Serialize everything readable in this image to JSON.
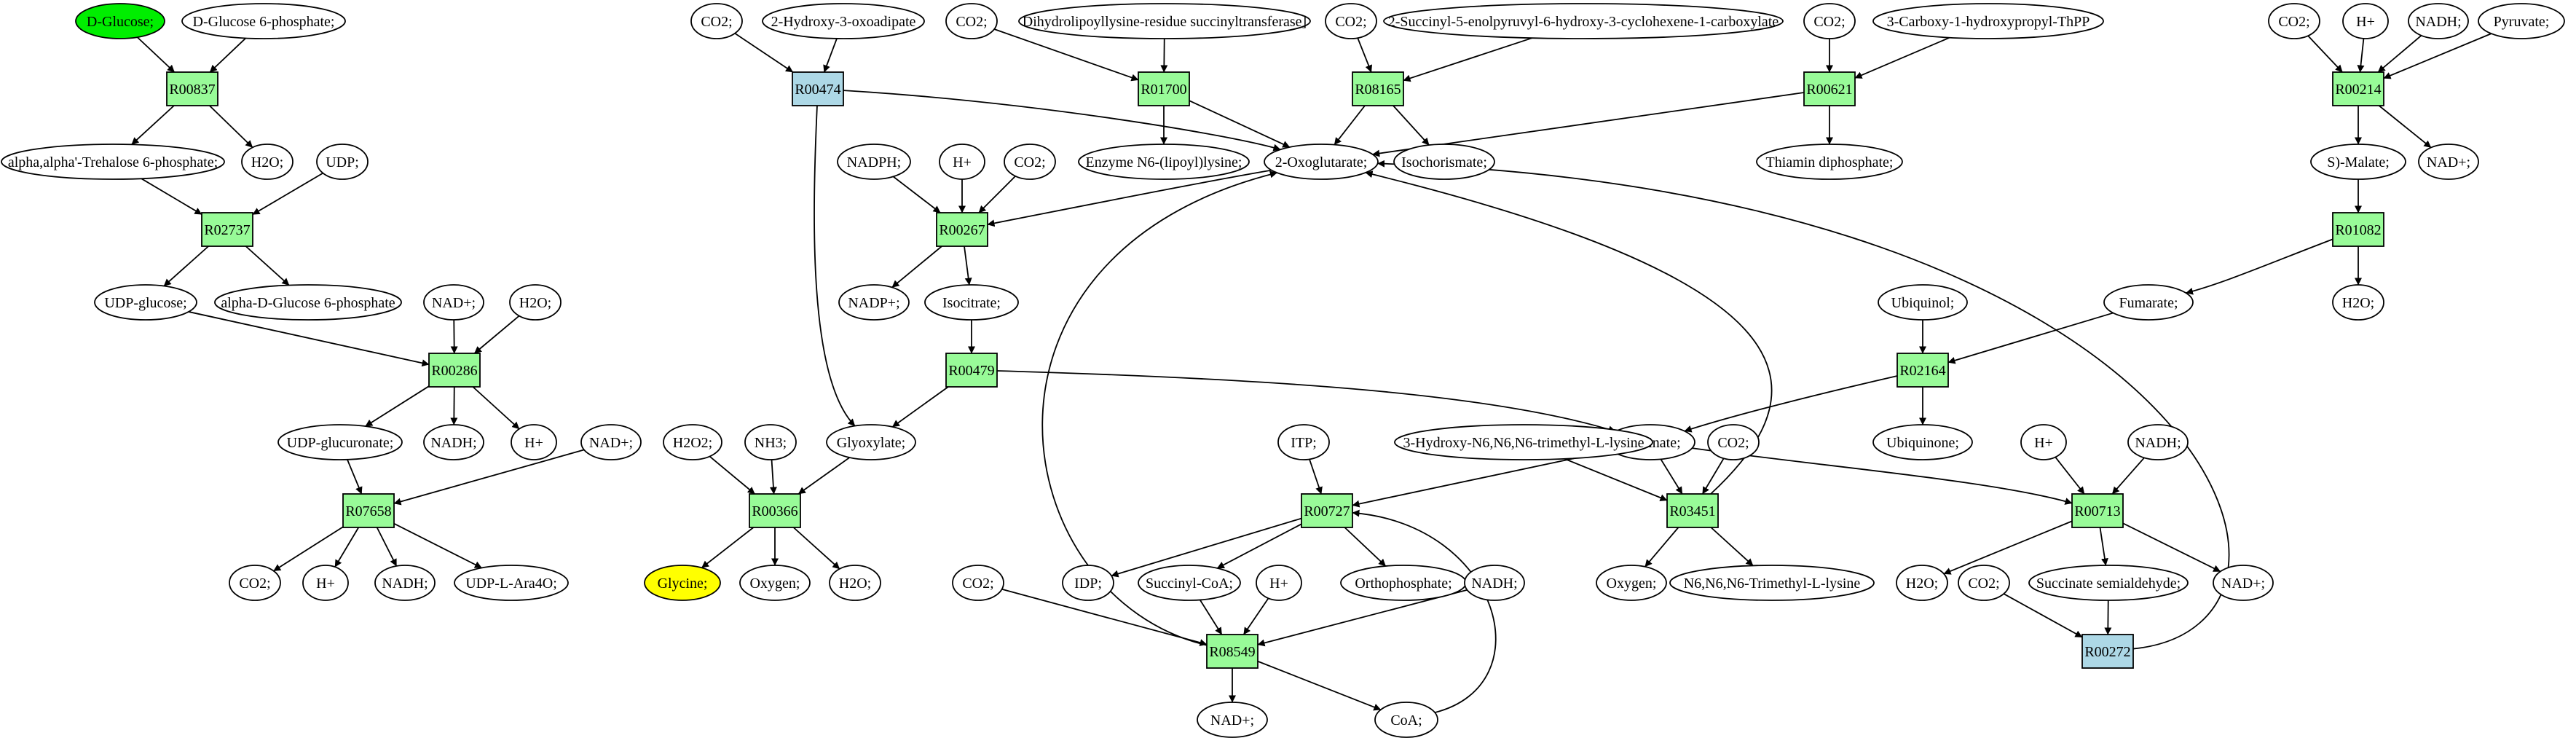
{
  "colors": {
    "reaction_fill": "#98fb98",
    "reaction_highlight_fill": "#add8e6",
    "compound_fill": "#ffffff",
    "source_compound_fill": "#00ee00",
    "target_compound_fill": "#ffff00",
    "stroke": "#000000"
  },
  "nodes": {
    "R00837": {
      "label": "R00837",
      "kind": "reaction"
    },
    "R02737": {
      "label": "R02737",
      "kind": "reaction"
    },
    "R00286": {
      "label": "R00286",
      "kind": "reaction"
    },
    "R07658": {
      "label": "R07658",
      "kind": "reaction"
    },
    "R00474": {
      "label": "R00474",
      "kind": "reaction-highlight"
    },
    "R01700": {
      "label": "R01700",
      "kind": "reaction"
    },
    "R08165": {
      "label": "R08165",
      "kind": "reaction"
    },
    "R00621": {
      "label": "R00621",
      "kind": "reaction"
    },
    "R00214": {
      "label": "R00214",
      "kind": "reaction"
    },
    "R00267": {
      "label": "R00267",
      "kind": "reaction"
    },
    "R01082": {
      "label": "R01082",
      "kind": "reaction"
    },
    "R00479": {
      "label": "R00479",
      "kind": "reaction"
    },
    "R02164": {
      "label": "R02164",
      "kind": "reaction"
    },
    "R00366": {
      "label": "R00366",
      "kind": "reaction"
    },
    "R00727": {
      "label": "R00727",
      "kind": "reaction"
    },
    "R03451": {
      "label": "R03451",
      "kind": "reaction"
    },
    "R00713": {
      "label": "R00713",
      "kind": "reaction"
    },
    "R08549": {
      "label": "R08549",
      "kind": "reaction"
    },
    "R00272": {
      "label": "R00272",
      "kind": "reaction-highlight"
    },
    "dglucose": {
      "label": "D-Glucose;",
      "kind": "source"
    },
    "dg6p": {
      "label": "D-Glucose 6-phosphate;",
      "kind": "compound"
    },
    "trehalose6p": {
      "label": "alpha,alpha'-Trehalose 6-phosphate;",
      "kind": "compound"
    },
    "h2o_a": {
      "label": "H2O;",
      "kind": "compound"
    },
    "udp_a": {
      "label": "UDP;",
      "kind": "compound"
    },
    "udpglucose": {
      "label": "UDP-glucose;",
      "kind": "compound"
    },
    "adg6p": {
      "label": "alpha-D-Glucose 6-phosphate",
      "kind": "compound"
    },
    "nadp_a": {
      "label": "NAD+;",
      "kind": "compound"
    },
    "h2o_b": {
      "label": "H2O;",
      "kind": "compound"
    },
    "udpglucuronate": {
      "label": "UDP-glucuronate;",
      "kind": "compound"
    },
    "nadh_a": {
      "label": "NADH;",
      "kind": "compound"
    },
    "hplus_a": {
      "label": "H+",
      "kind": "compound"
    },
    "nadp_b": {
      "label": "NAD+;",
      "kind": "compound"
    },
    "co2_a": {
      "label": "CO2;",
      "kind": "compound"
    },
    "hplus_b": {
      "label": "H+",
      "kind": "compound"
    },
    "nadh_b": {
      "label": "NADH;",
      "kind": "compound"
    },
    "udpara": {
      "label": "UDP-L-Ara4O;",
      "kind": "compound"
    },
    "co2_b": {
      "label": "CO2;",
      "kind": "compound"
    },
    "hydroxyoxoadipate": {
      "label": "2-Hydroxy-3-oxoadipate",
      "kind": "compound"
    },
    "co2_c": {
      "label": "CO2;",
      "kind": "compound"
    },
    "dihydrolipoyl": {
      "label": "Dihydrolipoyllysine-residue succinyltransferase]",
      "kind": "compound"
    },
    "co2_d": {
      "label": "CO2;",
      "kind": "compound"
    },
    "succinylenol": {
      "label": "2-Succinyl-5-enolpyruvyl-6-hydroxy-3-cyclohexene-1-carboxylate",
      "kind": "compound"
    },
    "co2_e": {
      "label": "CO2;",
      "kind": "compound"
    },
    "carboxyhydroxypropyl": {
      "label": "3-Carboxy-1-hydroxypropyl-ThPP",
      "kind": "compound"
    },
    "enzymelipoyl": {
      "label": "Enzyme N6-(lipoyl)lysine;",
      "kind": "compound"
    },
    "oxoglutarate": {
      "label": "2-Oxoglutarate;",
      "kind": "compound"
    },
    "isochorismate": {
      "label": "Isochorismate;",
      "kind": "compound"
    },
    "thiamin": {
      "label": "Thiamin diphosphate;",
      "kind": "compound"
    },
    "co2_f": {
      "label": "CO2;",
      "kind": "compound"
    },
    "hplus_c": {
      "label": "H+",
      "kind": "compound"
    },
    "nadh_c": {
      "label": "NADH;",
      "kind": "compound"
    },
    "pyruvate": {
      "label": "Pyruvate;",
      "kind": "compound"
    },
    "smalate": {
      "label": "S)-Malate;",
      "kind": "compound"
    },
    "nadp_c": {
      "label": "NAD+;",
      "kind": "compound"
    },
    "h2o_c": {
      "label": "H2O;",
      "kind": "compound"
    },
    "fumarate": {
      "label": "Fumarate;",
      "kind": "compound"
    },
    "ubiquinol": {
      "label": "Ubiquinol;",
      "kind": "compound"
    },
    "ubiquinone": {
      "label": "Ubiquinone;",
      "kind": "compound"
    },
    "nadph": {
      "label": "NADPH;",
      "kind": "compound"
    },
    "hplus_d": {
      "label": "H+",
      "kind": "compound"
    },
    "co2_g": {
      "label": "CO2;",
      "kind": "compound"
    },
    "nadpplus": {
      "label": "NADP+;",
      "kind": "compound"
    },
    "isocitrate": {
      "label": "Isocitrate;",
      "kind": "compound"
    },
    "glyoxylate": {
      "label": "Glyoxylate;",
      "kind": "compound"
    },
    "succinate": {
      "label": "Succinate;",
      "kind": "compound"
    },
    "h2o2": {
      "label": "H2O2;",
      "kind": "compound"
    },
    "nh3": {
      "label": "NH3;",
      "kind": "compound"
    },
    "glycine": {
      "label": "Glycine;",
      "kind": "target"
    },
    "oxygen_a": {
      "label": "Oxygen;",
      "kind": "compound"
    },
    "h2o_d": {
      "label": "H2O;",
      "kind": "compound"
    },
    "itp": {
      "label": "ITP;",
      "kind": "compound"
    },
    "hydroxytrimethyllysine": {
      "label": "3-Hydroxy-N6,N6,N6-trimethyl-L-lysine",
      "kind": "compound"
    },
    "co2_h": {
      "label": "CO2;",
      "kind": "compound"
    },
    "hplus_e": {
      "label": "H+",
      "kind": "compound"
    },
    "nadh_d": {
      "label": "NADH;",
      "kind": "compound"
    },
    "idp": {
      "label": "IDP;",
      "kind": "compound"
    },
    "succinylcoa": {
      "label": "Succinyl-CoA;",
      "kind": "compound"
    },
    "hplus_f": {
      "label": "H+",
      "kind": "compound"
    },
    "orthophosphate": {
      "label": "Orthophosphate;",
      "kind": "compound"
    },
    "oxygen_b": {
      "label": "Oxygen;",
      "kind": "compound"
    },
    "trimethyllysine": {
      "label": "N6,N6,N6-Trimethyl-L-lysine",
      "kind": "compound"
    },
    "h2o_e": {
      "label": "H2O;",
      "kind": "compound"
    },
    "co2_i": {
      "label": "CO2;",
      "kind": "compound"
    },
    "succsemialdehyde": {
      "label": "Succinate semialdehyde;",
      "kind": "compound"
    },
    "nadp_d": {
      "label": "NAD+;",
      "kind": "compound"
    },
    "co2_j": {
      "label": "CO2;",
      "kind": "compound"
    },
    "nadh_e": {
      "label": "NADH;",
      "kind": "compound"
    },
    "nadp_e": {
      "label": "NAD+;",
      "kind": "compound"
    },
    "coa": {
      "label": "CoA;",
      "kind": "compound"
    }
  },
  "edges": [
    [
      "dglucose",
      "R00837"
    ],
    [
      "dg6p",
      "R00837"
    ],
    [
      "R00837",
      "trehalose6p"
    ],
    [
      "R00837",
      "h2o_a"
    ],
    [
      "trehalose6p",
      "R02737"
    ],
    [
      "udp_a",
      "R02737"
    ],
    [
      "R02737",
      "udpglucose"
    ],
    [
      "R02737",
      "adg6p"
    ],
    [
      "udpglucose",
      "R00286"
    ],
    [
      "nadp_a",
      "R00286"
    ],
    [
      "h2o_b",
      "R00286"
    ],
    [
      "R00286",
      "udpglucuronate"
    ],
    [
      "R00286",
      "nadh_a"
    ],
    [
      "R00286",
      "hplus_a"
    ],
    [
      "udpglucuronate",
      "R07658"
    ],
    [
      "nadp_b",
      "R07658"
    ],
    [
      "R07658",
      "co2_a"
    ],
    [
      "R07658",
      "hplus_b"
    ],
    [
      "R07658",
      "nadh_b"
    ],
    [
      "R07658",
      "udpara"
    ],
    [
      "co2_b",
      "R00474"
    ],
    [
      "hydroxyoxoadipate",
      "R00474"
    ],
    [
      "R00474",
      "oxoglutarate"
    ],
    [
      "R00474",
      "glyoxylate"
    ],
    [
      "co2_c",
      "R01700"
    ],
    [
      "dihydrolipoyl",
      "R01700"
    ],
    [
      "R01700",
      "enzymelipoyl"
    ],
    [
      "R01700",
      "oxoglutarate"
    ],
    [
      "co2_d",
      "R08165"
    ],
    [
      "succinylenol",
      "R08165"
    ],
    [
      "R08165",
      "oxoglutarate"
    ],
    [
      "R08165",
      "isochorismate"
    ],
    [
      "co2_e",
      "R00621"
    ],
    [
      "carboxyhydroxypropyl",
      "R00621"
    ],
    [
      "R00621",
      "oxoglutarate"
    ],
    [
      "R00621",
      "thiamin"
    ],
    [
      "co2_f",
      "R00214"
    ],
    [
      "hplus_c",
      "R00214"
    ],
    [
      "nadh_c",
      "R00214"
    ],
    [
      "pyruvate",
      "R00214"
    ],
    [
      "R00214",
      "smalate"
    ],
    [
      "R00214",
      "nadp_c"
    ],
    [
      "smalate",
      "R01082"
    ],
    [
      "R01082",
      "fumarate"
    ],
    [
      "R01082",
      "h2o_c"
    ],
    [
      "fumarate",
      "R02164"
    ],
    [
      "ubiquinol",
      "R02164"
    ],
    [
      "R02164",
      "succinate"
    ],
    [
      "R02164",
      "ubiquinone"
    ],
    [
      "oxoglutarate",
      "R00267"
    ],
    [
      "nadph",
      "R00267"
    ],
    [
      "hplus_d",
      "R00267"
    ],
    [
      "co2_g",
      "R00267"
    ],
    [
      "R00267",
      "nadpplus"
    ],
    [
      "R00267",
      "isocitrate"
    ],
    [
      "isocitrate",
      "R00479"
    ],
    [
      "R00479",
      "glyoxylate"
    ],
    [
      "R00479",
      "succinate"
    ],
    [
      "h2o2",
      "R00366"
    ],
    [
      "nh3",
      "R00366"
    ],
    [
      "glyoxylate",
      "R00366"
    ],
    [
      "R00366",
      "glycine"
    ],
    [
      "R00366",
      "oxygen_a"
    ],
    [
      "R00366",
      "h2o_d"
    ],
    [
      "itp",
      "R00727"
    ],
    [
      "succinate",
      "R00727"
    ],
    [
      "coa",
      "R00727"
    ],
    [
      "R00727",
      "idp"
    ],
    [
      "R00727",
      "succinylcoa"
    ],
    [
      "R00727",
      "orthophosphate"
    ],
    [
      "hydroxytrimethyllysine",
      "R03451"
    ],
    [
      "succinate",
      "R03451"
    ],
    [
      "co2_h",
      "R03451"
    ],
    [
      "R03451",
      "oxygen_b"
    ],
    [
      "R03451",
      "trimethyllysine"
    ],
    [
      "R03451",
      "oxoglutarate"
    ],
    [
      "succinate",
      "R00713"
    ],
    [
      "hplus_e",
      "R00713"
    ],
    [
      "nadh_d",
      "R00713"
    ],
    [
      "R00713",
      "h2o_e"
    ],
    [
      "R00713",
      "succsemialdehyde"
    ],
    [
      "R00713",
      "nadp_d"
    ],
    [
      "succsemialdehyde",
      "R00272"
    ],
    [
      "co2_i",
      "R00272"
    ],
    [
      "R00272",
      "oxoglutarate"
    ],
    [
      "co2_j",
      "R08549"
    ],
    [
      "succinylcoa",
      "R08549"
    ],
    [
      "hplus_f",
      "R08549"
    ],
    [
      "nadh_e",
      "R08549"
    ],
    [
      "R08549",
      "oxoglutarate"
    ],
    [
      "R08549",
      "nadp_e"
    ],
    [
      "R08549",
      "coa"
    ]
  ]
}
